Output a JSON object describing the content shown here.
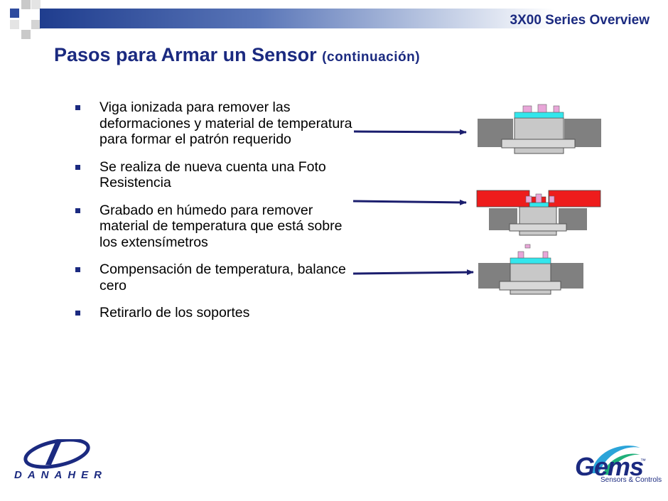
{
  "header": {
    "series_title": "3X00 Series Overview"
  },
  "slide": {
    "title_main": "Pasos para Armar un Sensor",
    "title_sub": "(continuación)",
    "bullets": [
      "Viga ionizada para remover las deformaciones y material de temperatura para formar el patrón requerido",
      "Se realiza de nueva cuenta una Foto Resistencia",
      "Grabado en húmedo para remover material de temperatura que está sobre los extensímetros",
      "Compensación de temperatura, balance cero",
      "Retirarlo de los soportes"
    ]
  },
  "colors": {
    "title_blue": "#1b2a80",
    "arrow_navy": "#1b1e6e",
    "fixture_gray": "#808080",
    "sensor_gray": "#c8c8c8",
    "coating_cyan": "#33e6ec",
    "gauge_pink": "#e8a6d8",
    "resist_red": "#ee1c1c"
  },
  "logos": {
    "danaher": {
      "icon": "danaher-d-icon",
      "text": "DANAHER"
    },
    "gems": {
      "icon": "gems-swoosh-icon",
      "word": "Gems",
      "tm": "™",
      "tagline": "Sensors & Controls"
    }
  }
}
